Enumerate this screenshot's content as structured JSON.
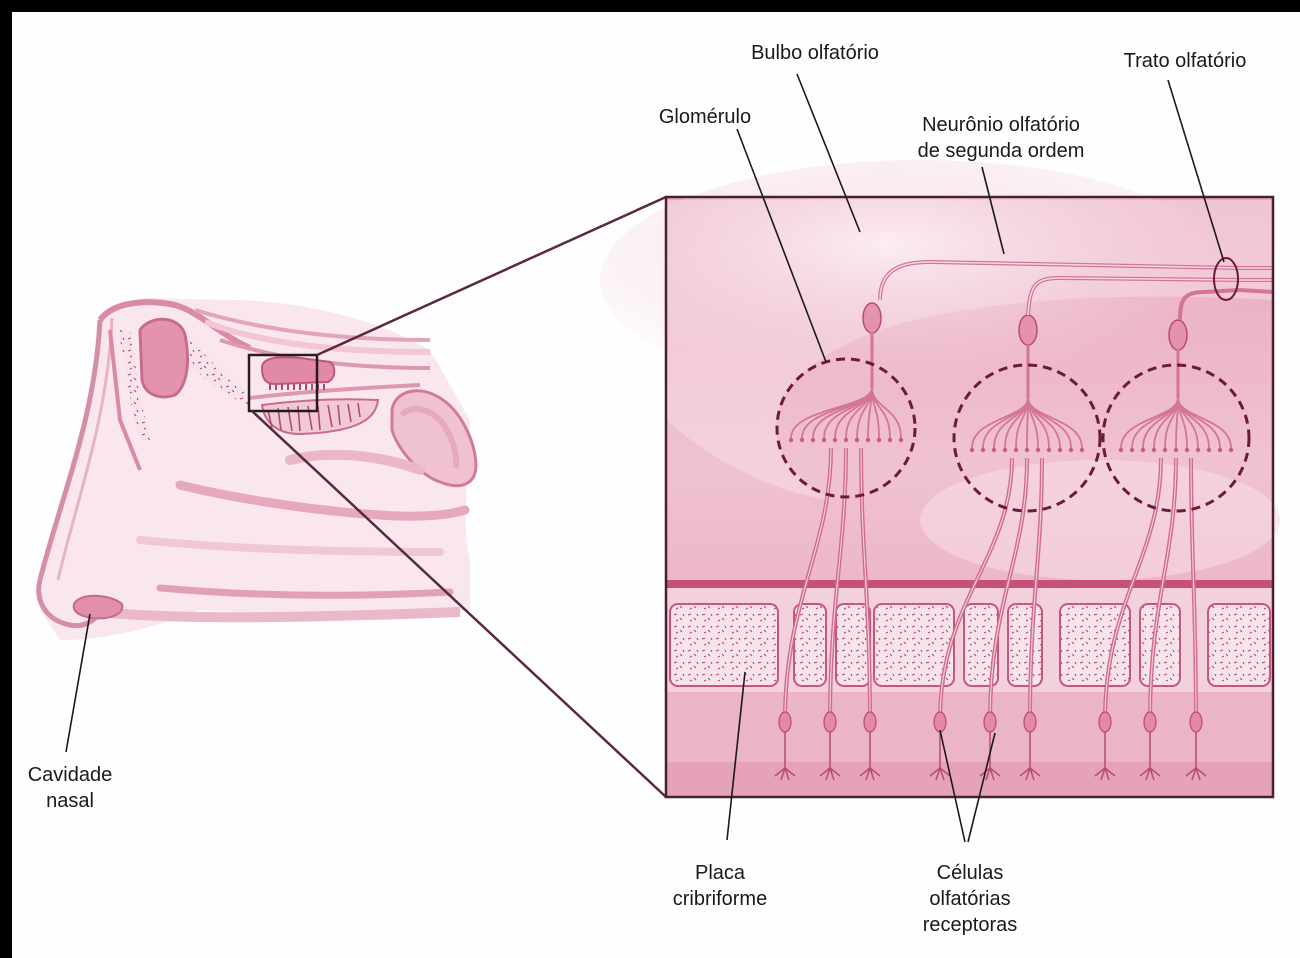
{
  "labels": {
    "bulbo": "Bulbo olfatório",
    "trato": "Trato olfatório",
    "glomerulo": "Glomérulo",
    "neuronio": [
      "Neurônio olfatório",
      "de segunda ordem"
    ],
    "cavidade": [
      "Cavidade",
      "nasal"
    ],
    "placa": [
      "Placa",
      "cribriforme"
    ],
    "celulas": [
      "Células",
      "olfatórias",
      "receptoras"
    ]
  },
  "colors": {
    "tissue": "#e6a3b8",
    "tissue_light": "#f5d6e0",
    "tissue_dark": "#c8557e",
    "frame": "#5a2a3a",
    "glomerulus_ring": "#6b1a3a",
    "bone": "#f3dde4",
    "leader": "#1a1a1a"
  },
  "icons": {
    "nasal_section": "sagittal-nasal-cavity-illustration",
    "magnified_view": "olfactory-epithelium-magnified-illustration"
  }
}
